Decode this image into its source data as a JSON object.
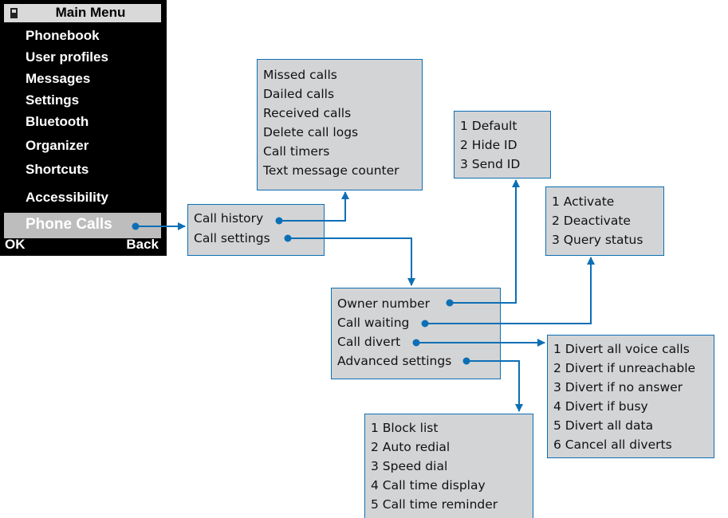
{
  "colors": {
    "accent": "#0c6fb5",
    "box_fill": "#d3d4d6",
    "phone_bg": "#000000",
    "selected": "#bdbdbd"
  },
  "phone": {
    "title": "Main Menu",
    "items": [
      "Phonebook",
      "User profiles",
      "Messages",
      "Settings",
      "Bluetooth",
      "Organizer",
      "Shortcuts",
      "Accessibility"
    ],
    "selected": "Phone Calls",
    "softkey_left": "OK",
    "softkey_right": "Back"
  },
  "boxes": {
    "phone_calls": [
      "Call history",
      "Call settings"
    ],
    "call_history": [
      "Missed calls",
      "Dailed calls",
      "Received calls",
      "Delete call logs",
      "Call timers",
      "Text message counter"
    ],
    "owner_number": [
      "1 Default",
      "2 Hide ID",
      "3 Send ID"
    ],
    "call_waiting": [
      "1 Activate",
      "2 Deactivate",
      "3 Query status"
    ],
    "call_settings": [
      "Owner number",
      "Call waiting",
      "Call divert",
      "Advanced settings"
    ],
    "call_divert": [
      "1 Divert all voice calls",
      "2 Divert if unreachable",
      "3 Divert if no answer",
      "4 Divert if busy",
      "5 Divert all data",
      "6 Cancel all diverts"
    ],
    "advanced_settings": [
      "1 Block list",
      "2 Auto redial",
      "3 Speed dial",
      "4 Call time display",
      "5 Call time reminder"
    ]
  }
}
